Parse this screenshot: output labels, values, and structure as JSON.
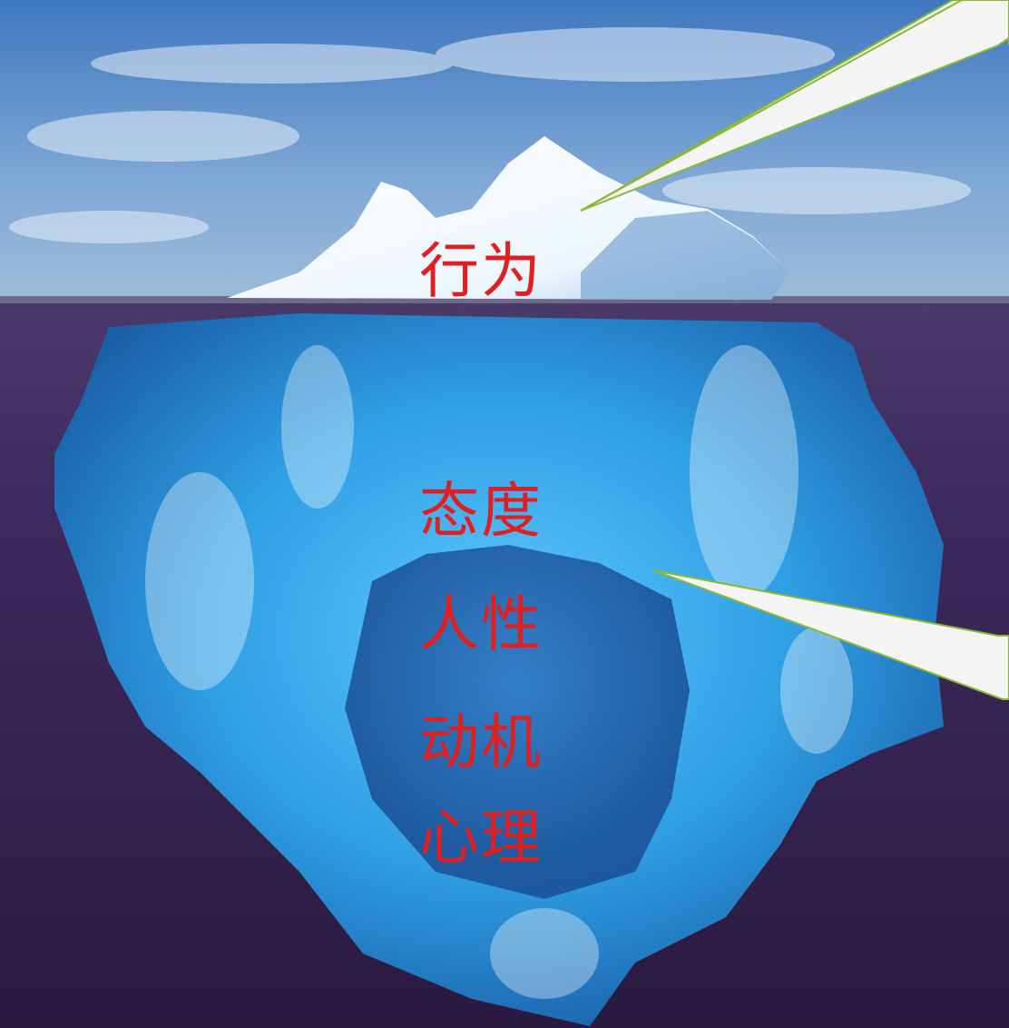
{
  "labels": {
    "behavior": "行为",
    "attitude": "态度",
    "nature": "人性",
    "motive": "动机",
    "psychology": "心理"
  },
  "colors": {
    "label_text": "#e02020",
    "sky": "#5f8fc4",
    "deep_water": "#3a2458",
    "ice_underwater": "#3aa6e6",
    "ice_surface": "#ffffff",
    "callout_fill": "#f4f4f4",
    "callout_border": "#8ab830"
  }
}
